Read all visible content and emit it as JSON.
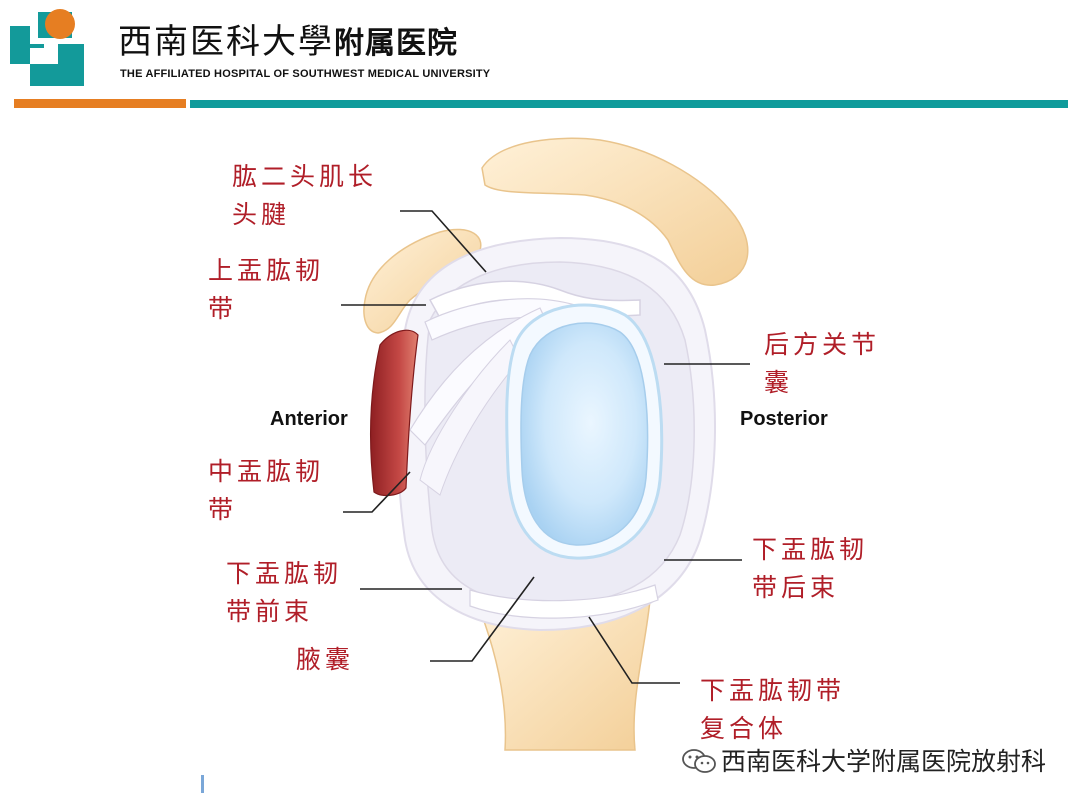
{
  "header": {
    "hospital_cn_main": "西南医科大學",
    "hospital_cn_suffix": "附属医院",
    "hospital_en": "THE AFFILIATED HOSPITAL OF SOUTHWEST MEDICAL UNIVERSITY"
  },
  "colors": {
    "accent_orange": "#e67e22",
    "accent_teal": "#0f9b9b",
    "label_red": "#b01e28"
  },
  "diagram": {
    "sides": {
      "anterior": "Anterior",
      "posterior": "Posterior"
    },
    "labels": {
      "biceps_tendon": "肱二头肌长\n头腱",
      "superior_ghl": "上盂肱韧\n带",
      "posterior_capsule": "后方关节\n囊",
      "middle_ghl": "中盂肱韧\n带",
      "iglhl_posterior": "下盂肱韧\n带后束",
      "iglhl_anterior": "下盂肱韧\n带前束",
      "axillary_pouch": "腋囊",
      "iglhl_complex": "下盂肱韧带\n复合体"
    }
  },
  "footer": {
    "icon": "wechat-icon",
    "account": "西南医科大学附属医院放射科"
  }
}
